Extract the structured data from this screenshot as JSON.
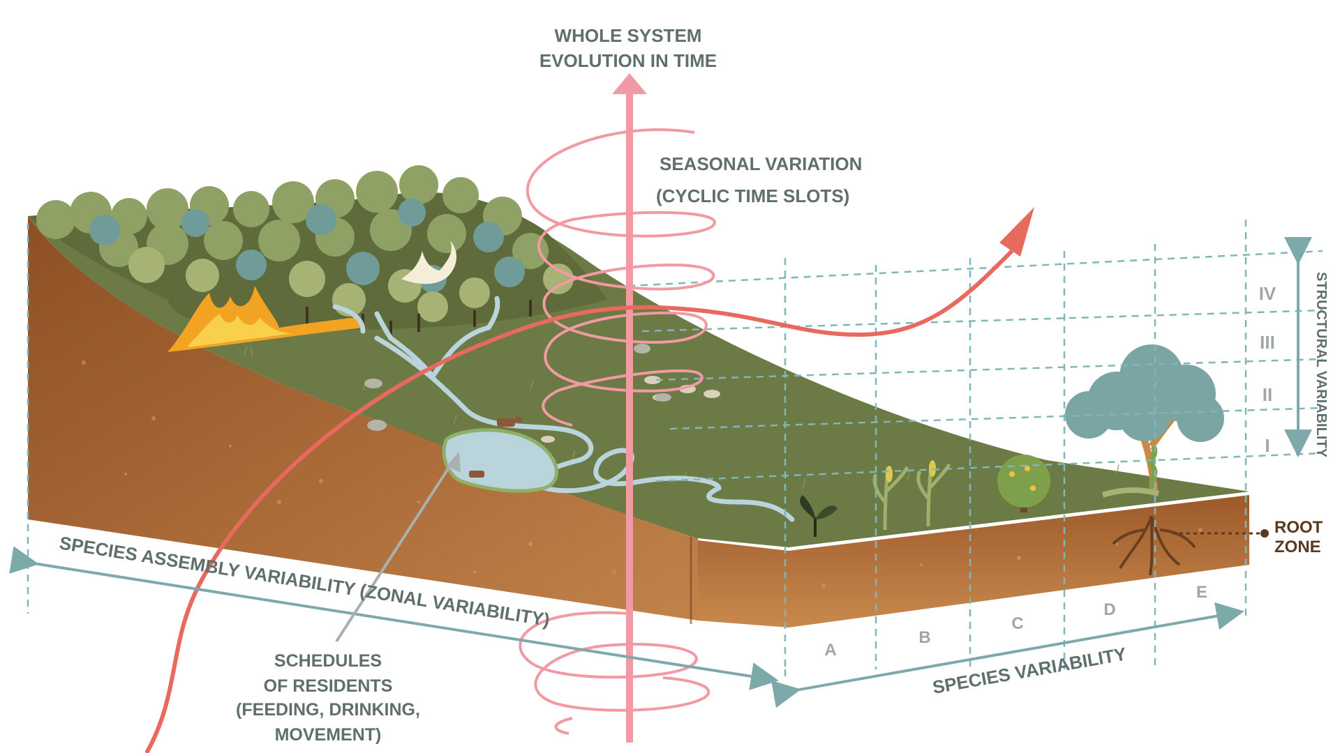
{
  "labels": {
    "time_axis_line1": "WHOLE SYSTEM",
    "time_axis_line2": "EVOLUTION IN TIME",
    "seasonal_line1": "SEASONAL VARIATION",
    "seasonal_line2": "(CYCLIC TIME SLOTS)",
    "structural": "STRUCTURAL VARIABILITY",
    "root_line1": "ROOT",
    "root_line2": "ZONE",
    "species_assembly": "SPECIES ASSEMBLY VARIABILITY (ZONAL VARIABILITY)",
    "species_variability": "SPECIES  VARIABILITY",
    "schedules": [
      "SCHEDULES",
      "OF RESIDENTS",
      "(FEEDING, DRINKING,",
      "MOVEMENT)"
    ]
  },
  "layers": [
    "IV",
    "III",
    "II",
    "I"
  ],
  "zones": [
    "A",
    "B",
    "C",
    "D",
    "E"
  ],
  "colors": {
    "label_gray": "#5f6f6e",
    "time_pink": "#f19aa4",
    "trajectory_red": "#e8695d",
    "grid_teal": "#7fb7b8",
    "arrow_teal": "#7ea9aa",
    "soil": "#b8733c",
    "meadow": "#6c7a46",
    "forest": "#8fa164",
    "water": "#b9d4da"
  },
  "icons": [
    "bird-icon",
    "fire-icon",
    "tree-icon",
    "cow-icon",
    "sheep-icon",
    "pond-icon",
    "river-icon",
    "seedling-icon",
    "corn-icon",
    "shrub-icon",
    "roots-icon"
  ]
}
